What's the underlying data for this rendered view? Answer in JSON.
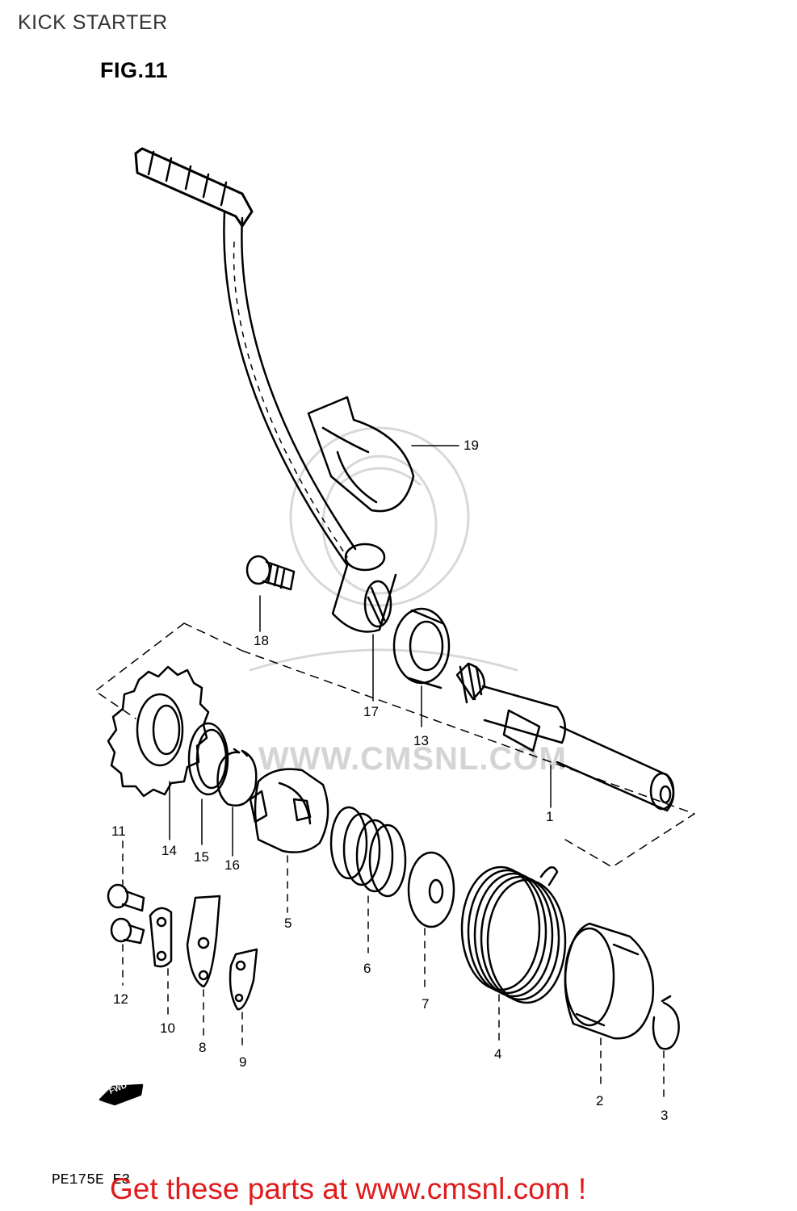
{
  "page": {
    "title": "KICK STARTER",
    "figure_label": "FIG.11",
    "watermark": "WWW.CMSNL.COM",
    "model_code": "PE175E E3",
    "cta": "Get these parts at www.cmsnl.com !",
    "fwd_label": "FWD"
  },
  "parts": [
    {
      "number": "1"
    },
    {
      "number": "2"
    },
    {
      "number": "3"
    },
    {
      "number": "4"
    },
    {
      "number": "5"
    },
    {
      "number": "6"
    },
    {
      "number": "7"
    },
    {
      "number": "8"
    },
    {
      "number": "9"
    },
    {
      "number": "10"
    },
    {
      "number": "11"
    },
    {
      "number": "12"
    },
    {
      "number": "13"
    },
    {
      "number": "14"
    },
    {
      "number": "15"
    },
    {
      "number": "16"
    },
    {
      "number": "17"
    },
    {
      "number": "18"
    },
    {
      "number": "19"
    }
  ]
}
